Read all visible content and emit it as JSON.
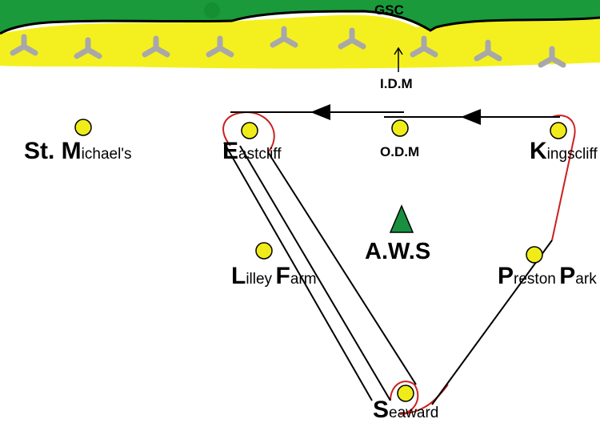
{
  "colors": {
    "grass": "#1a9a3a",
    "sand": "#f4f020",
    "dune": "#a8a8a8",
    "site_fill": "#f0ec1a",
    "aws_fill": "#189040",
    "route_red": "#cc2020",
    "route_black": "#000000"
  },
  "icons": [
    "dune-grass-icon",
    "site-marker-icon",
    "aws-triangle-icon",
    "direction-arrow-icon",
    "up-arrow-icon"
  ],
  "labels": {
    "gsc": "GSC",
    "idm": "I.D.M",
    "odm": "O.D.M",
    "aws": "A.W.S"
  },
  "sites": {
    "st_michaels": {
      "initial": "St. M",
      "rest": "ichael's"
    },
    "eastcliff": {
      "initial": "E",
      "rest": "astcliff"
    },
    "kingscliff": {
      "initial": "K",
      "rest": "ingscliff"
    },
    "lilley_farm_1": {
      "initial": "L",
      "rest": "illey"
    },
    "lilley_farm_2": {
      "initial": "F",
      "rest": "arm"
    },
    "preston_park_1": {
      "initial": "P",
      "rest": "reston"
    },
    "preston_park_2": {
      "initial": "P",
      "rest": "ark"
    },
    "seaward": {
      "initial": "S",
      "rest": "eaward"
    }
  }
}
